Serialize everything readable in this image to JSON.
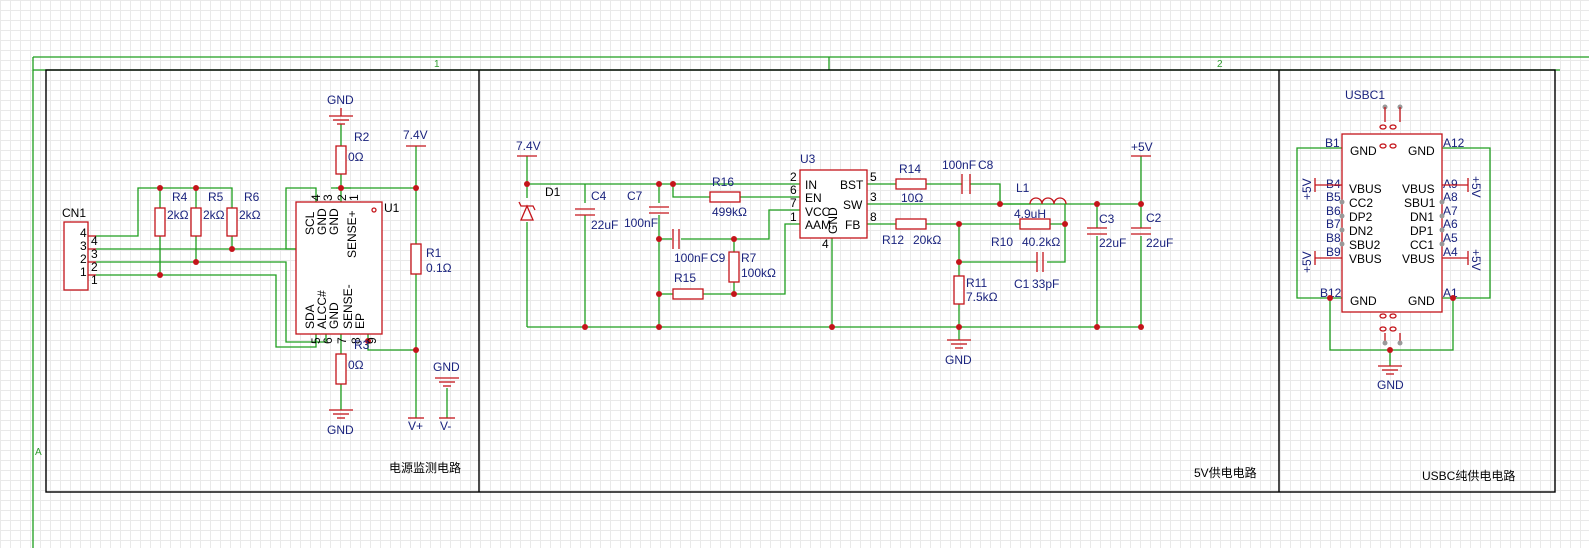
{
  "frame": {
    "zone_labels": [
      "1",
      "2"
    ],
    "row_label": "A",
    "panel_titles": [
      "电源监测电路",
      "5V供电电路",
      "USBC纯供电电路"
    ]
  },
  "panel1": {
    "connector": {
      "ref": "CN1",
      "pins": [
        "4",
        "3",
        "2",
        "1"
      ],
      "pin_nums": [
        "4",
        "3",
        "2",
        "1"
      ]
    },
    "pullups": [
      {
        "ref": "R4",
        "value": "2kΩ"
      },
      {
        "ref": "R5",
        "value": "2kΩ"
      },
      {
        "ref": "R6",
        "value": "2kΩ"
      }
    ],
    "r2": {
      "ref": "R2",
      "value": "0Ω"
    },
    "r3": {
      "ref": "R3",
      "value": "0Ω"
    },
    "r1": {
      "ref": "R1",
      "value": "0.1Ω"
    },
    "ic": {
      "ref": "U1",
      "top_pins": [
        "SCL",
        "GND",
        "GND",
        "SENSE+"
      ],
      "top_nums": [
        "4",
        "3",
        "2",
        "1"
      ],
      "bottom_pins": [
        "SDA",
        "ALCC#",
        "GND",
        "SENSE-",
        "EP"
      ],
      "bottom_nums": [
        "5",
        "6",
        "7",
        "8",
        "9"
      ]
    },
    "gnd_top": "GND",
    "gnd_bottom": "GND",
    "gnd_right": "GND",
    "v_rail": "7.4V",
    "v_plus": "V+",
    "v_minus": "V-"
  },
  "panel2": {
    "vin": "7.4V",
    "d1": "D1",
    "c4": {
      "ref": "C4",
      "value": "22uF"
    },
    "c7": {
      "ref": "C7",
      "value": "100nF"
    },
    "r16": {
      "ref": "R16",
      "value": "499kΩ"
    },
    "c9": {
      "ref": "C9",
      "value": "100nF"
    },
    "r7": {
      "ref": "R7",
      "value": "100kΩ"
    },
    "r15": {
      "ref": "R15"
    },
    "u3": {
      "ref": "U3",
      "left_pins": [
        "IN",
        "EN",
        "VCC",
        "AAM"
      ],
      "left_nums": [
        "2",
        "6",
        "7",
        "1"
      ],
      "right_pins": [
        "BST",
        "SW",
        "FB"
      ],
      "right_nums": [
        "5",
        "3",
        "8"
      ],
      "gnd_pin": "GND",
      "gnd_num": "4"
    },
    "r14": {
      "ref": "R14",
      "value": "10Ω"
    },
    "c8": {
      "ref": "C8",
      "value": "100nF"
    },
    "l1": {
      "ref": "L1",
      "value": "4.9uH"
    },
    "r12": {
      "ref": "R12",
      "value": "20kΩ"
    },
    "r10": {
      "ref": "R10",
      "value": "40.2kΩ"
    },
    "c1": {
      "ref": "C1",
      "value": "33pF"
    },
    "r11": {
      "ref": "R11",
      "value": "7.5kΩ"
    },
    "c3": {
      "ref": "C3",
      "value": "22uF"
    },
    "c2": {
      "ref": "C2",
      "value": "22uF"
    },
    "vout": "+5V",
    "gnd": "GND"
  },
  "panel3": {
    "ref": "USBC1",
    "left_pins": [
      {
        "num": "B1",
        "name": "GND"
      },
      {
        "num": "B4",
        "name": "VBUS"
      },
      {
        "num": "B5",
        "name": "CC2"
      },
      {
        "num": "B6",
        "name": "DP2"
      },
      {
        "num": "B7",
        "name": "DN2"
      },
      {
        "num": "B8",
        "name": "SBU2"
      },
      {
        "num": "B9",
        "name": "VBUS"
      },
      {
        "num": "B12",
        "name": "GND"
      }
    ],
    "right_pins": [
      {
        "num": "A12",
        "name": "GND"
      },
      {
        "num": "A9",
        "name": "VBUS"
      },
      {
        "num": "A8",
        "name": "SBU1"
      },
      {
        "num": "A7",
        "name": "DN1"
      },
      {
        "num": "A6",
        "name": "DP1"
      },
      {
        "num": "A5",
        "name": "CC1"
      },
      {
        "num": "A4",
        "name": "VBUS"
      },
      {
        "num": "A1",
        "name": "GND"
      }
    ],
    "vbus_label": "+5V",
    "gnd": "GND"
  }
}
